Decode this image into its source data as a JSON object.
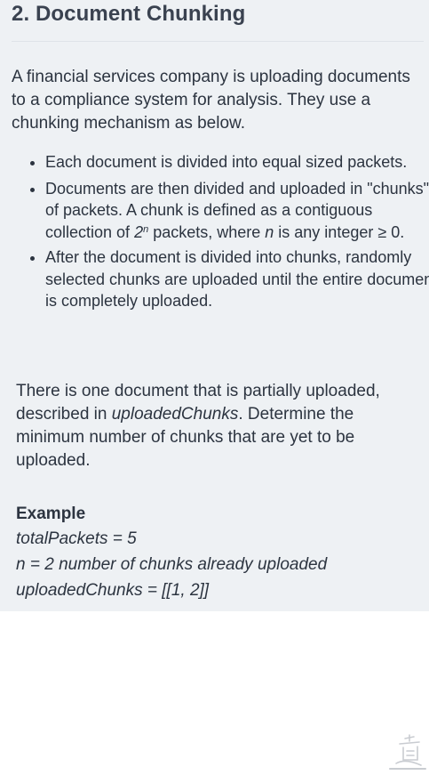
{
  "title": "2. Document Chunking",
  "intro": "A financial services company is uploading documents to a compliance system for analysis. They use a chunking mechanism as below.",
  "bullets": {
    "b1": "Each document is divided into equal sized packets.",
    "b2_part1": "Documents are then divided and uploaded in \"chunks\" of packets. A chunk is defined as a contiguous collection of ",
    "b2_base": "2",
    "b2_exp": "n",
    "b2_part2": " packets, where ",
    "b2_var": "n",
    "b2_part3": " is any integer ≥ 0.",
    "b3": "After the document is divided into chunks, randomly selected chunks are uploaded until the entire document is completely uploaded."
  },
  "description": {
    "part1": "There is one document that is partially uploaded, described in ",
    "var": "uploadedChunks",
    "part2": ". Determine the minimum number of chunks that are yet to be uploaded."
  },
  "example": {
    "heading": "Example",
    "line1": "totalPackets = 5",
    "line2": "n = 2 number of chunks already uploaded",
    "line3": "uploadedChunks = [[1, 2]]"
  },
  "colors": {
    "panel_bg": "#eef1f4",
    "text": "#2c3440",
    "title": "#3a4250"
  }
}
